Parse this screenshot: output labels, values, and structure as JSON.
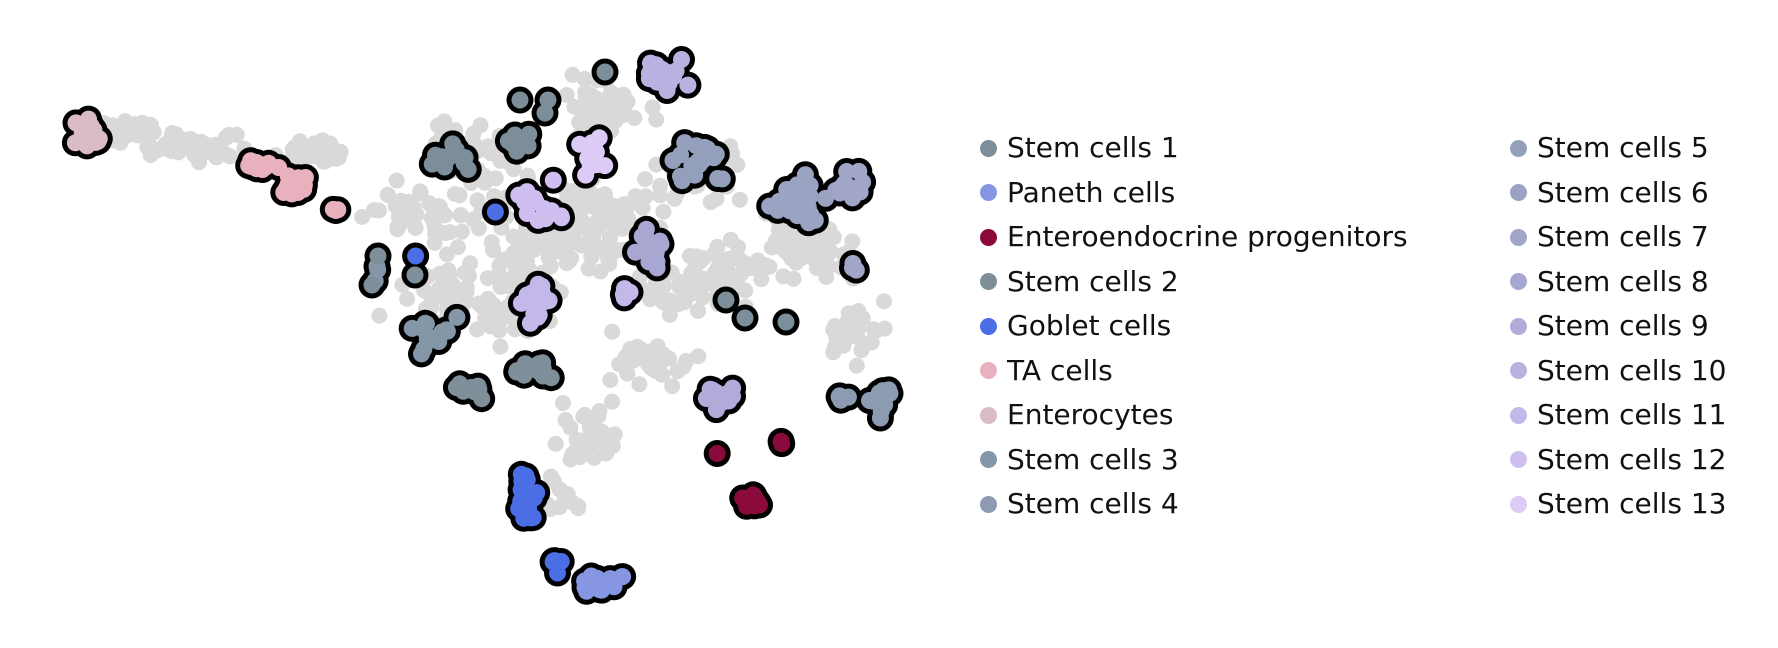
{
  "chart_data": {
    "type": "scatter",
    "title": "",
    "xlabel": "",
    "ylabel": "",
    "grid": false,
    "axes_visible": false,
    "legend_placement": "right",
    "legend_columns": 2,
    "background_points_color": "#d9d9d9",
    "highlight_outline_color": "#000000",
    "series": [
      {
        "name": "Stem cells 1",
        "color": "#7c8e99"
      },
      {
        "name": "Paneth cells",
        "color": "#8696e2"
      },
      {
        "name": "Enteroendocrine progenitors",
        "color": "#8b0a3c"
      },
      {
        "name": "Stem cells 2",
        "color": "#7f8f99"
      },
      {
        "name": "Goblet cells",
        "color": "#4c6ee4"
      },
      {
        "name": "TA cells",
        "color": "#e8b1bd"
      },
      {
        "name": "Enterocytes",
        "color": "#d9bcc4"
      },
      {
        "name": "Stem cells 3",
        "color": "#8497a8"
      },
      {
        "name": "Stem cells 4",
        "color": "#8c9bb2"
      },
      {
        "name": "Stem cells 5",
        "color": "#94a0bb"
      },
      {
        "name": "Stem cells 6",
        "color": "#9aa4c2"
      },
      {
        "name": "Stem cells 7",
        "color": "#a1a6c8"
      },
      {
        "name": "Stem cells 8",
        "color": "#a8a7d2"
      },
      {
        "name": "Stem cells 9",
        "color": "#b1abda"
      },
      {
        "name": "Stem cells 10",
        "color": "#b9b1e0"
      },
      {
        "name": "Stem cells 11",
        "color": "#c4b8ea"
      },
      {
        "name": "Stem cells 12",
        "color": "#cebff0"
      },
      {
        "name": "Stem cells 13",
        "color": "#dccbf7"
      }
    ]
  }
}
